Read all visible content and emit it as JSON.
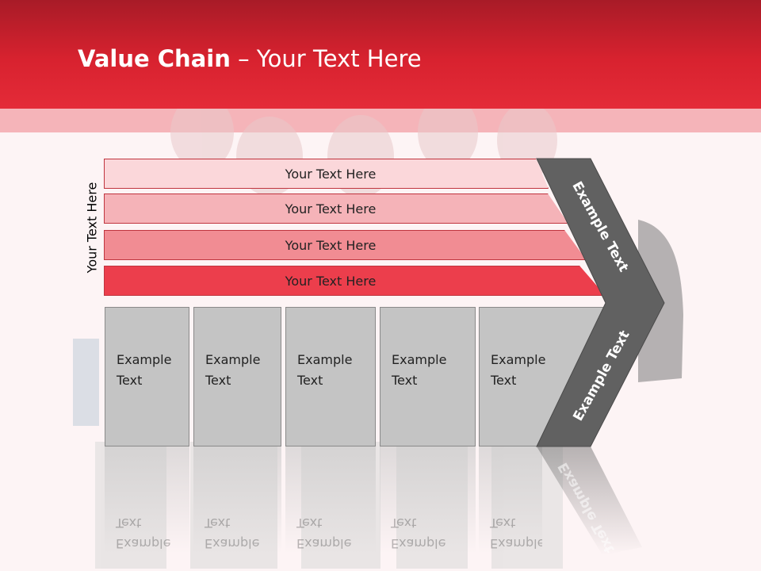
{
  "title": {
    "bold": "Value Chain",
    "rest": " – Your Text Here"
  },
  "side_label": "Your Text Here",
  "bars": [
    {
      "label": "Your Text Here"
    },
    {
      "label": "Your Text Here"
    },
    {
      "label": "Your Text Here"
    },
    {
      "label": "Your Text Here"
    }
  ],
  "boxes": [
    {
      "line1": "Example",
      "line2": "Text"
    },
    {
      "line1": "Example",
      "line2": "Text"
    },
    {
      "line1": "Example",
      "line2": "Text"
    },
    {
      "line1": "Example",
      "line2": "Text"
    },
    {
      "line1": "Example",
      "line2": "Text"
    }
  ],
  "chevron": {
    "upper": "Example Text",
    "lower": "Example Text"
  },
  "colors": {
    "header": "#d8222f",
    "band": "#f5b4b9",
    "bar1": "#fbd7da",
    "bar2": "#f5b3b8",
    "bar3": "#f18c93",
    "bar4": "#ec3e4c",
    "box": "#c4c4c4",
    "chevron": "#616161"
  }
}
